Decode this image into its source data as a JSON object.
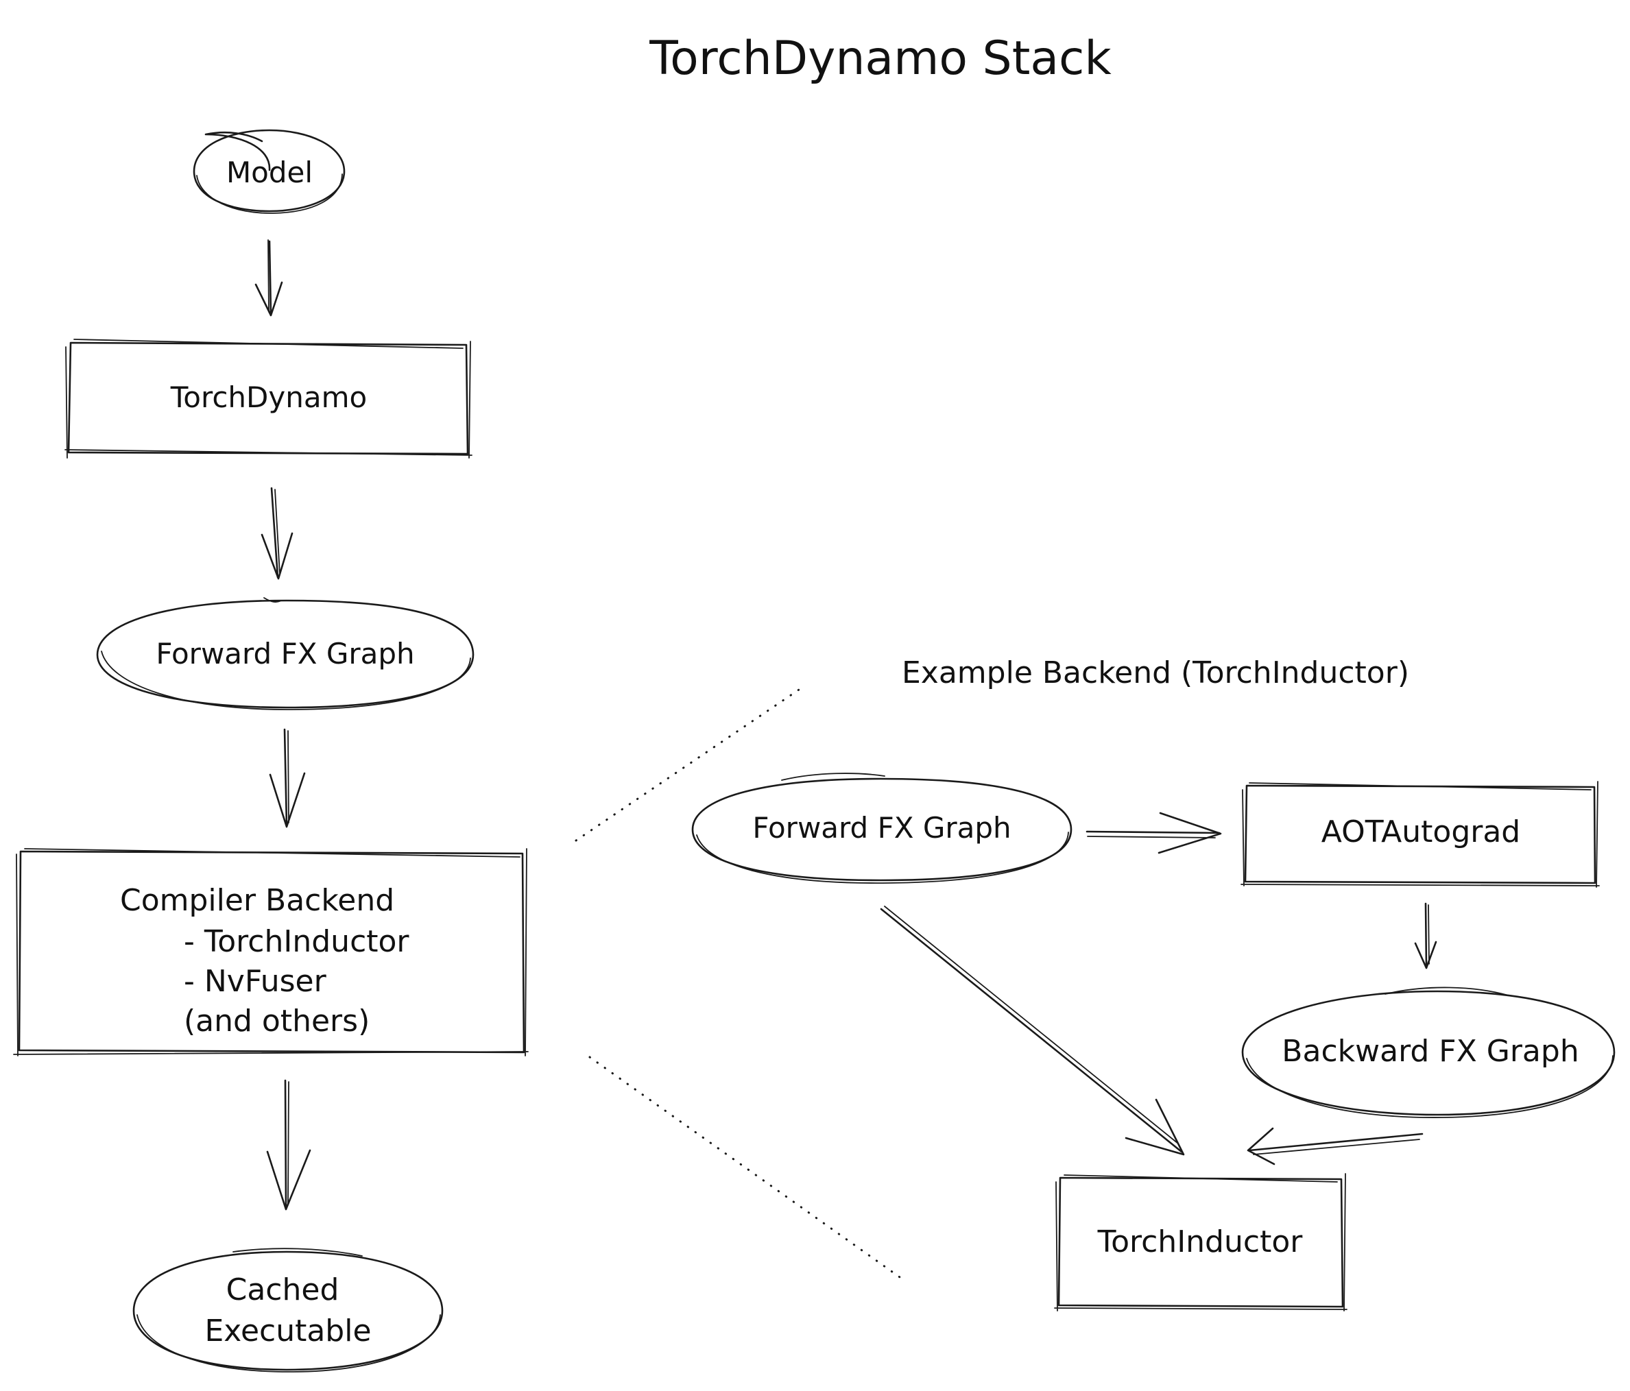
{
  "title": "TorchDynamo Stack",
  "main_flow": {
    "model": "Model",
    "torchdynamo": "TorchDynamo",
    "forward_fx_graph": "Forward FX Graph",
    "compiler_backend": {
      "heading": "Compiler Backend",
      "item_1": "- TorchInductor",
      "item_2": "- NvFuser",
      "item_3": "(and others)"
    },
    "cached_executable": {
      "line_1": "Cached",
      "line_2": "Executable"
    }
  },
  "example_backend": {
    "caption": "Example Backend (TorchInductor)",
    "forward_fx_graph": "Forward FX Graph",
    "aotautograd": "AOTAutograd",
    "backward_fx_graph": "Backward FX Graph",
    "torchinductor": "TorchInductor"
  }
}
